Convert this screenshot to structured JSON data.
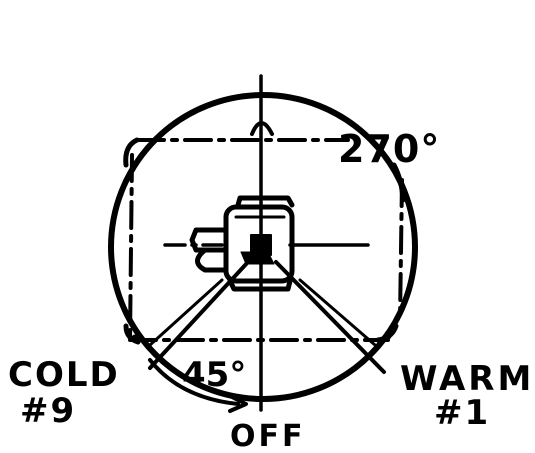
{
  "diagram": {
    "angle_top": "270°",
    "angle_bottom": "45°",
    "label_cold": "COLD",
    "label_cold_number": "#9",
    "label_warm": "WARM",
    "label_warm_number": "#1",
    "label_off": "OFF"
  },
  "colors": {
    "ink": "#000000",
    "paper": "#ffffff"
  }
}
